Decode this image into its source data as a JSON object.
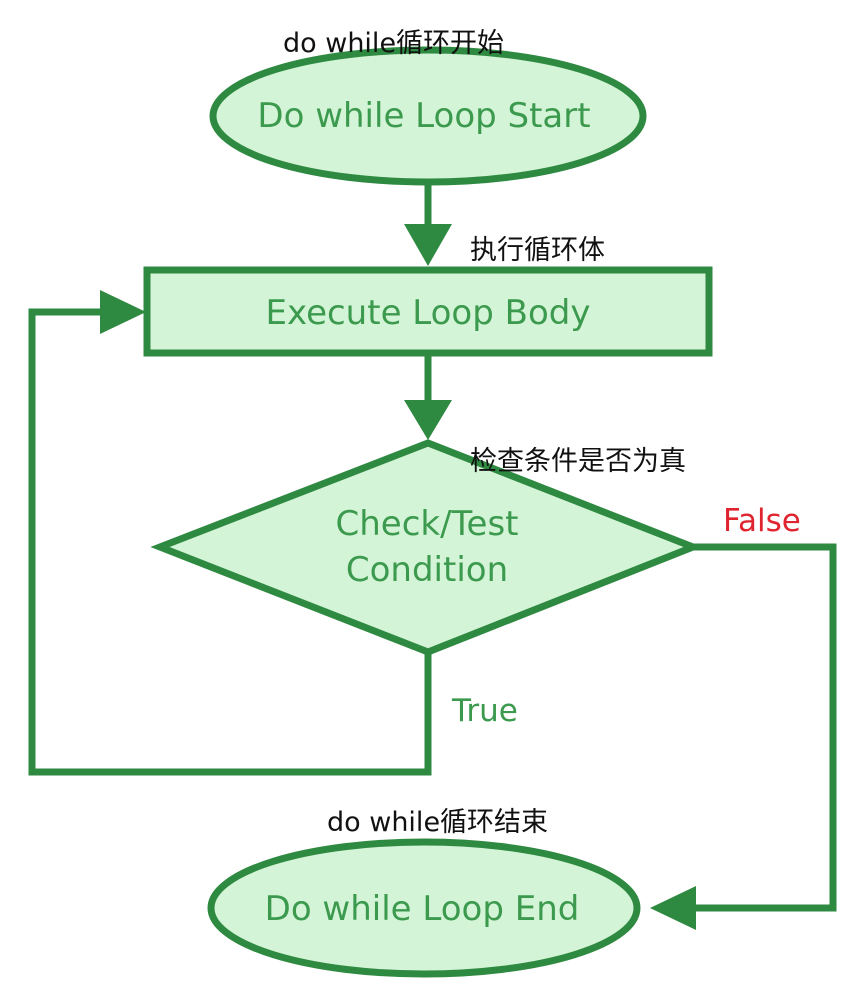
{
  "colors": {
    "node_fill": "#d4f4d7",
    "node_stroke": "#2f8a41",
    "node_text": "#3c9a4e",
    "arrow": "#2f8a41",
    "annotation_text": "#111111",
    "true_label": "#3c9a4e",
    "false_label": "#e0242f",
    "background": "#ffffff"
  },
  "annotations": {
    "start": "do while循环开始",
    "body": "执行循环体",
    "condition": "检查条件是否为真",
    "end": "do while循环结束"
  },
  "nodes": {
    "start": "Do while Loop Start",
    "body": "Execute Loop Body",
    "condition_line1": "Check/Test",
    "condition_line2": "Condition",
    "end": "Do while Loop End"
  },
  "branches": {
    "true_label": "True",
    "false_label": "False"
  }
}
